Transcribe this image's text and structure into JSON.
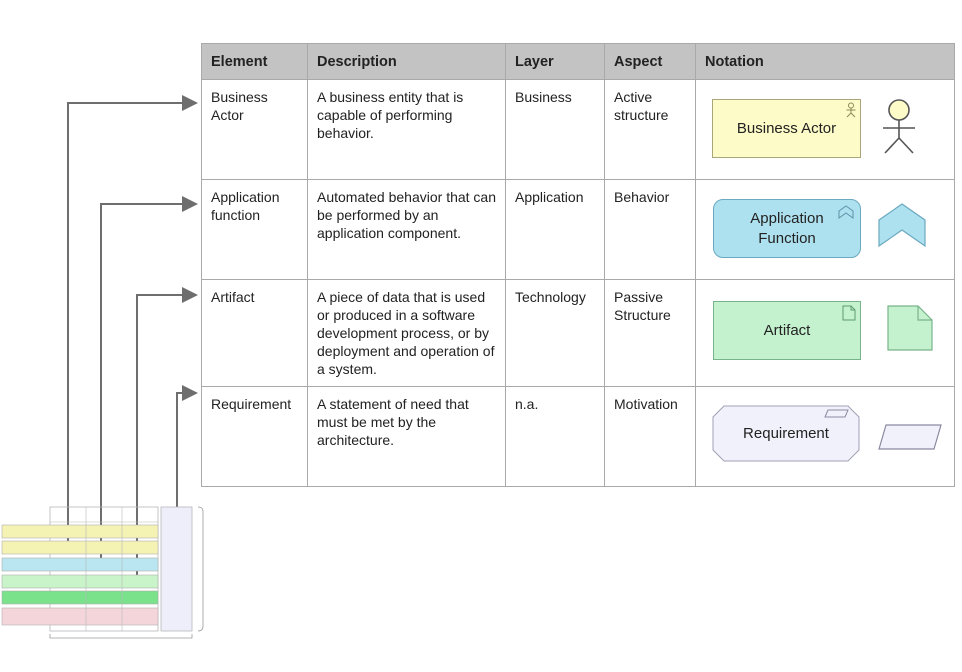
{
  "table": {
    "headers": [
      "Element",
      "Description",
      "Layer",
      "Aspect",
      "Notation"
    ],
    "rows": [
      {
        "element": "Business Actor",
        "description": "A business entity that is capable of performing behavior.",
        "layer": "Business",
        "aspect": "Active structure",
        "notation_label": "Business Actor",
        "notation_icon": "stick-figure-icon",
        "color": "#fdfbc8"
      },
      {
        "element": "Application function",
        "description": "Automated behavior that can be performed by an application component.",
        "layer": "Application",
        "aspect": "Behavior",
        "notation_label": "Application Function",
        "notation_icon": "chevron-up-icon",
        "color": "#aee1ef"
      },
      {
        "element": "Artifact",
        "description": "A piece of data that is used or produced in a software development process, or by deployment and operation of a system.",
        "layer": "Technology",
        "aspect": "Passive Structure",
        "notation_label": "Artifact",
        "notation_icon": "folded-page-icon",
        "color": "#c5f2ce"
      },
      {
        "element": "Requirement",
        "description": "A statement of need that must be met by the architecture.",
        "layer": "n.a.",
        "aspect": "Motivation",
        "notation_label": "Requirement",
        "notation_icon": "parallelogram-icon",
        "color": "#f1f1fb"
      }
    ]
  },
  "framework": {
    "layer_colors": [
      "#f4f3b4",
      "#f4f3b4",
      "#b9e6f0",
      "#c9f3c9",
      "#79e28a",
      "#f4d6da"
    ],
    "motivation_color": "#eeeefa"
  }
}
